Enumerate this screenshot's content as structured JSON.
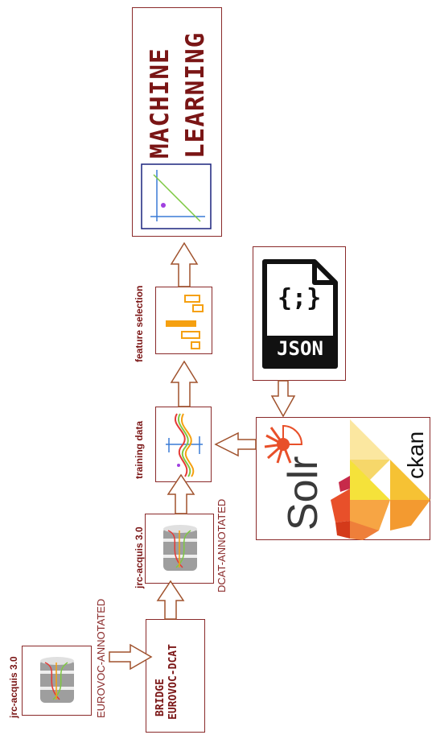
{
  "nodes": {
    "machine_learning": {
      "line1": "MACHINE",
      "line2": "LEARNING"
    },
    "feature_selection": {
      "label": "feature selection"
    },
    "training_data": {
      "label": "training data"
    },
    "jrc_dcat": {
      "label": "jrc-acquis 3.0",
      "annotation": "DCAT-ANNOTATED"
    },
    "bridge": {
      "line1": "BRIDGE",
      "line2": "EUROVOC-DCAT"
    },
    "jrc_eurovoc": {
      "label": "jrc-acquis 3.0",
      "annotation": "EUROVOC-ANNOTATED"
    },
    "json": {
      "label": "JSON",
      "braces": "{;}"
    },
    "solr": {
      "label": "Solr"
    },
    "ckan": {
      "label": "ckan"
    }
  },
  "colors": {
    "border": "#8a2a2a",
    "title": "#7a1515",
    "bars": "#f5a010",
    "solr_logo": "#e8502a"
  }
}
